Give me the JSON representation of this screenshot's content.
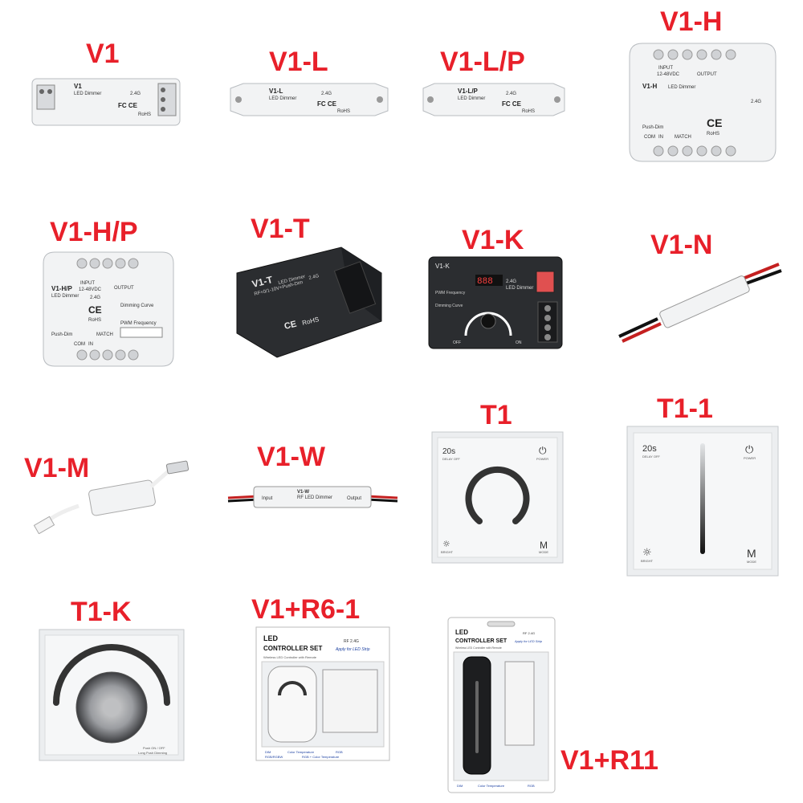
{
  "products": [
    {
      "label": "V1",
      "model": "V1",
      "subtitle": "LED Dimmer",
      "mark": "FC CE",
      "rohs": "RoHS",
      "band": "2.4G"
    },
    {
      "label": "V1-L",
      "model": "V1-L",
      "subtitle": "LED Dimmer",
      "mark": "FC CE",
      "rohs": "RoHS",
      "band": "2.4G"
    },
    {
      "label": "V1-L/P",
      "model": "V1-L/P",
      "subtitle": "LED Dimmer",
      "mark": "FC CE",
      "rohs": "RoHS",
      "band": "2.4G"
    },
    {
      "label": "V1-H",
      "model": "V1-H",
      "subtitle": "LED Dimmer",
      "input": "INPUT",
      "input_v": "12-48VDC",
      "output": "OUTPUT",
      "band": "2.4G",
      "mark": "CE",
      "rohs": "RoHS",
      "push": "Push-Dim",
      "com": "COM",
      "in": "IN",
      "match": "MATCH"
    },
    {
      "label": "V1-H/P",
      "model": "V1-H/P",
      "subtitle": "LED Dimmer",
      "input": "INPUT",
      "input_v": "12-48VDC",
      "output": "OUTPUT",
      "band": "2.4G",
      "mark": "CE",
      "rohs": "RoHS",
      "curve": "Dimming Curve",
      "pwm": "PWM Frequency",
      "push": "Push-Dim",
      "com": "COM",
      "in": "IN",
      "match": "MATCH"
    },
    {
      "label": "V1-T",
      "model": "V1-T",
      "subtitle": "LED Dimmer",
      "spec": "RF+0/1-10V+Push-Dim",
      "band": "2.4G",
      "mark": "CE",
      "rohs": "RoHS"
    },
    {
      "label": "V1-K",
      "model": "V1-K",
      "subtitle": "LED Dimmer",
      "band": "2.4G",
      "pwm": "PWM Frequency",
      "curve": "Dimming Curve",
      "off": "OFF",
      "on": "ON",
      "display": "888"
    },
    {
      "label": "V1-N"
    },
    {
      "label": "V1-M"
    },
    {
      "label": "V1-W",
      "model": "V1-W",
      "subtitle": "RF LED Dimmer",
      "input": "Input",
      "output": "Output"
    },
    {
      "label": "T1",
      "delay": "20s",
      "delay_sub": "DELAY OFF",
      "power": "POWER",
      "bright": "BRIGHT",
      "mode_letter": "M",
      "mode": "MODE"
    },
    {
      "label": "T1-1",
      "delay": "20s",
      "delay_sub": "DELAY OFF",
      "power": "POWER",
      "bright": "BRIGHT",
      "mode_letter": "M",
      "mode": "MODE"
    },
    {
      "label": "T1-K",
      "push_note": "Push ON / OFF",
      "push_note2": "Long Push Dimming"
    },
    {
      "label": "V1+R6-1",
      "box_title": "LED",
      "box_title2": "CONTROLLER SET",
      "box_rf": "RF 2.4G",
      "box_apply": "Apply for LED Strip",
      "box_sub": "Wireless LED Controller with Remote",
      "legend1": "DIM",
      "legend2": "Color Temperature",
      "legend3": "RGB",
      "legend4": "RGB/RGBW",
      "legend5": "RGB + Color Temperature"
    },
    {
      "label": "V1+R11",
      "box_title": "LED",
      "box_title2": "CONTROLLER SET",
      "box_rf": "RF 2.4G",
      "box_apply": "Apply for LED Strip",
      "box_sub": "Wireless LED Controller with Remote",
      "legend1": "DIM",
      "legend2": "Color Temperature",
      "legend3": "RGB"
    }
  ],
  "colors": {
    "label": "#e8202a",
    "device_white": "#f2f3f4",
    "device_dark": "#2b2d30",
    "panel_glass": "#eceef0"
  }
}
